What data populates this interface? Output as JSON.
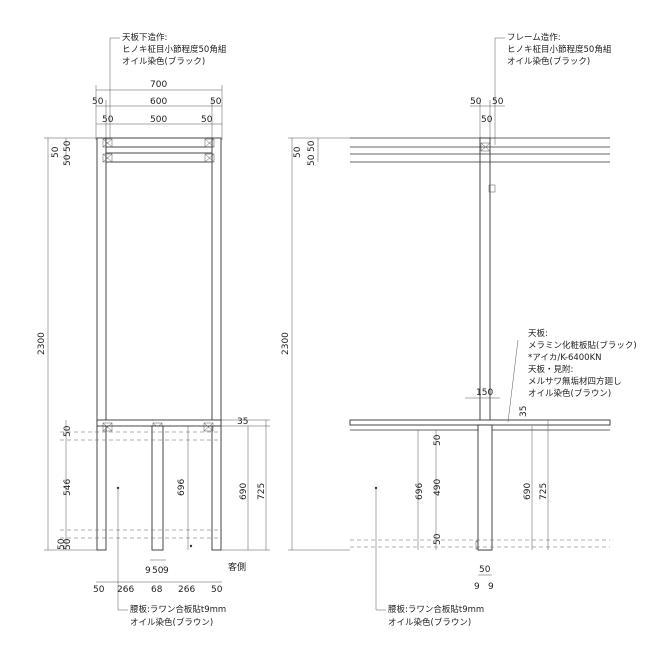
{
  "front_view": {
    "top_note": [
      "天板下造作:",
      "ヒノキ柾目小節程度50角組",
      "オイル染色(ブラック)"
    ],
    "top_dims": [
      "700",
      "600",
      "500"
    ],
    "top_small_dims": [
      "50",
      "50",
      "50",
      "50"
    ],
    "left_small_dims": [
      "50",
      "50",
      "50"
    ],
    "height_total": "2300",
    "lower_left_dims": [
      "50",
      "546",
      "50",
      "50"
    ],
    "center_dim": "696",
    "right_dims": [
      "35",
      "690",
      "725"
    ],
    "bottom_dims_row1": [
      "9",
      "50",
      "9"
    ],
    "bottom_dims_row2": [
      "50",
      "266",
      "68",
      "266",
      "50"
    ],
    "customer_side": "客側",
    "bottom_note": [
      "腰板:ラワン合板貼t9mm",
      "オイル染色(ブラウン)"
    ]
  },
  "side_view": {
    "top_note": [
      "フレーム造作:",
      "ヒノキ柾目小節程度50角組",
      "オイル染色(ブラック)"
    ],
    "top_dims": [
      "50",
      "50",
      "50"
    ],
    "left_small_dims": [
      "50",
      "50",
      "50"
    ],
    "height_total": "2300",
    "counter_note": [
      "天板:",
      "メラミン化粧板貼(ブラック)",
      "*アイカ/K-6400KN",
      "天板・見附:",
      "メルサワ無垢材四方廻し",
      "オイル染色(ブラウン)"
    ],
    "counter_dims": [
      "150",
      "35"
    ],
    "lower_left_dims": [
      "696",
      "490",
      "50",
      "50"
    ],
    "right_dims": [
      "690",
      "725"
    ],
    "bottom_dims_row1": [
      "50"
    ],
    "bottom_dims_row2": [
      "9",
      "9"
    ],
    "bottom_note": [
      "腰板:ラワン合板貼t9mm",
      "オイル染色(ブラウン)"
    ]
  }
}
